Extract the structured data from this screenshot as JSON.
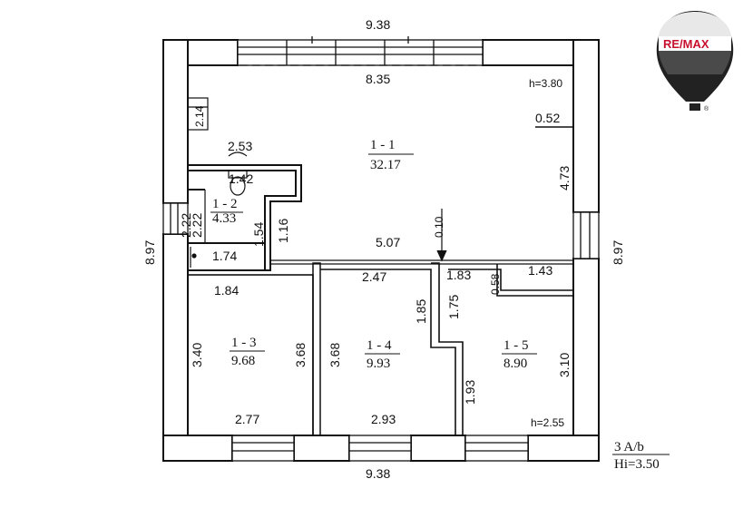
{
  "brand": {
    "logo_text": "RE/MAX",
    "registered_mark": "®",
    "colors": {
      "red": "#c8102e",
      "blue": "#003da5",
      "dark": "#222222"
    }
  },
  "plan": {
    "dims": {
      "top_outer": "9.38",
      "top_inner": "8.35",
      "bottom_outer": "9.38",
      "left_outer": "8.97",
      "right_outer": "8.97",
      "height_main": "h=3.80",
      "height_room5": "h=2.55",
      "right_wall_thickness": "0.52",
      "right_wall_segment": "4.73",
      "corridor_width": "5.07",
      "partition_offset": "0.10",
      "room5_top": "1.43",
      "room5_notch": "0.58",
      "room4_top": "2.47",
      "room3_top": "1.84",
      "room3_left": "3.40",
      "room3_right": "3.68",
      "room3_bottom": "2.77",
      "room4_left": "3.68",
      "room4_right_upper": "1.85",
      "room4_bottom": "2.93",
      "room5_left_upper": "1.75",
      "room5_left_lower": "1.93",
      "room5_right": "3.10",
      "stair_small": "1.83",
      "closet_area": "1.74",
      "bath_width": "2.53",
      "bath_side": "1.16",
      "bath_depth": "1.54",
      "bath_inner": "1.42",
      "bath_left_a": "2.22",
      "bath_left_b": "2.22",
      "top_left_fixture": "2.14"
    },
    "rooms": [
      {
        "id": "1 - 1",
        "area": "32.17"
      },
      {
        "id": "1 - 2",
        "area": "4.33"
      },
      {
        "id": "1 - 3",
        "area": "9.68"
      },
      {
        "id": "1 - 4",
        "area": "9.93"
      },
      {
        "id": "1 - 5",
        "area": "8.90"
      }
    ],
    "stamp": {
      "line1": "3  A/b",
      "line2": "Hi=3.50"
    }
  }
}
